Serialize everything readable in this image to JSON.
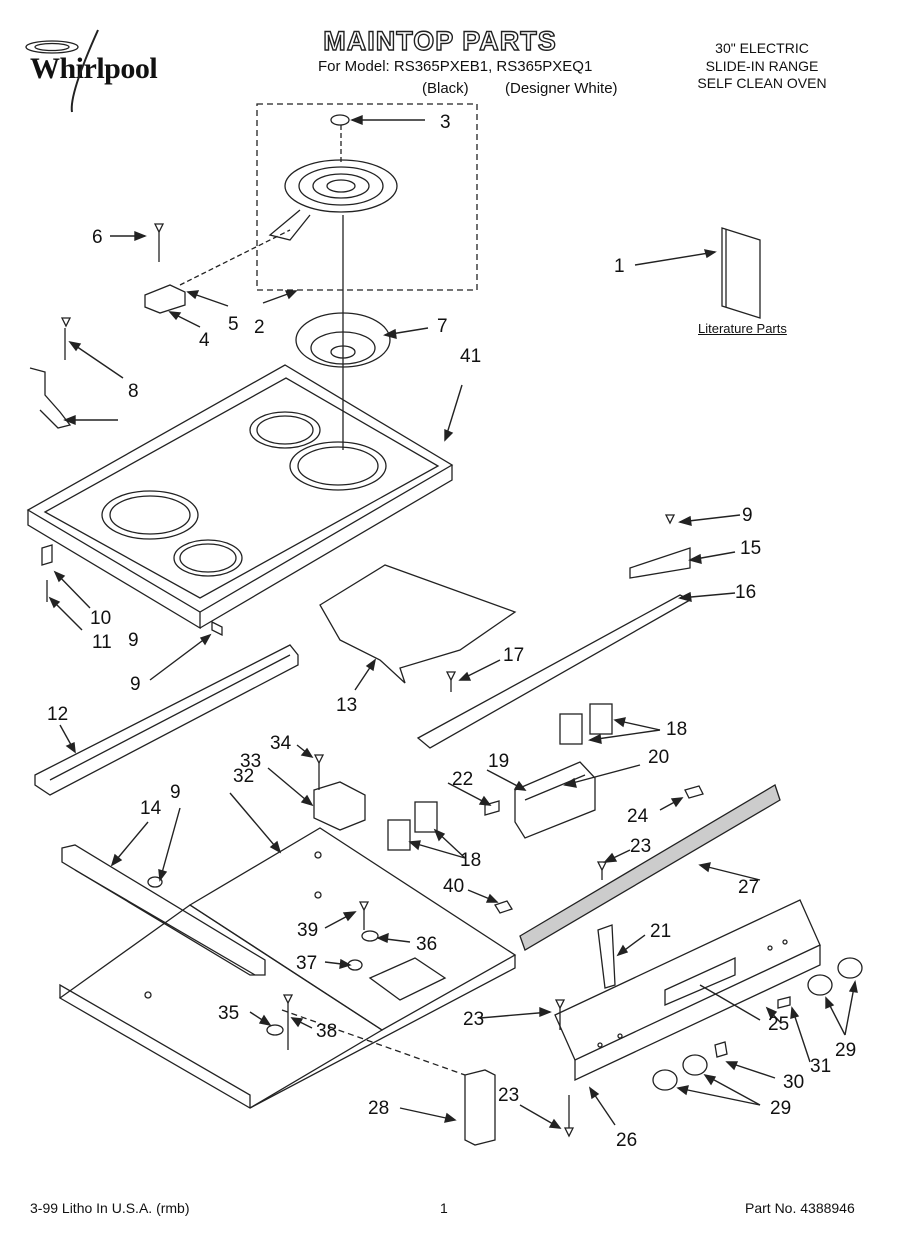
{
  "brand": {
    "name": "Whirlpool"
  },
  "header": {
    "title": "MAINTOP PARTS",
    "model_line": "For Model: RS365PXEB1, RS365PXEQ1",
    "color_black": "(Black)",
    "color_white": "(Designer White)",
    "product_lines": [
      "30\" ELECTRIC",
      "SLIDE-IN RANGE",
      "SELF CLEAN OVEN"
    ]
  },
  "literature_label": "Literature Parts",
  "callouts": [
    "1",
    "2",
    "3",
    "4",
    "5",
    "6",
    "7",
    "8",
    "9",
    "9",
    "9",
    "9",
    "10",
    "11",
    "12",
    "13",
    "14",
    "15",
    "16",
    "17",
    "18",
    "18",
    "19",
    "20",
    "21",
    "22",
    "23",
    "23",
    "23",
    "24",
    "25",
    "26",
    "27",
    "28",
    "29",
    "29",
    "30",
    "31",
    "32",
    "33",
    "34",
    "35",
    "36",
    "37",
    "38",
    "39",
    "40",
    "41"
  ],
  "footer": {
    "left": "3-99 Litho In U.S.A. (rmb)",
    "page": "1",
    "part_no": "Part No. 4388946"
  }
}
